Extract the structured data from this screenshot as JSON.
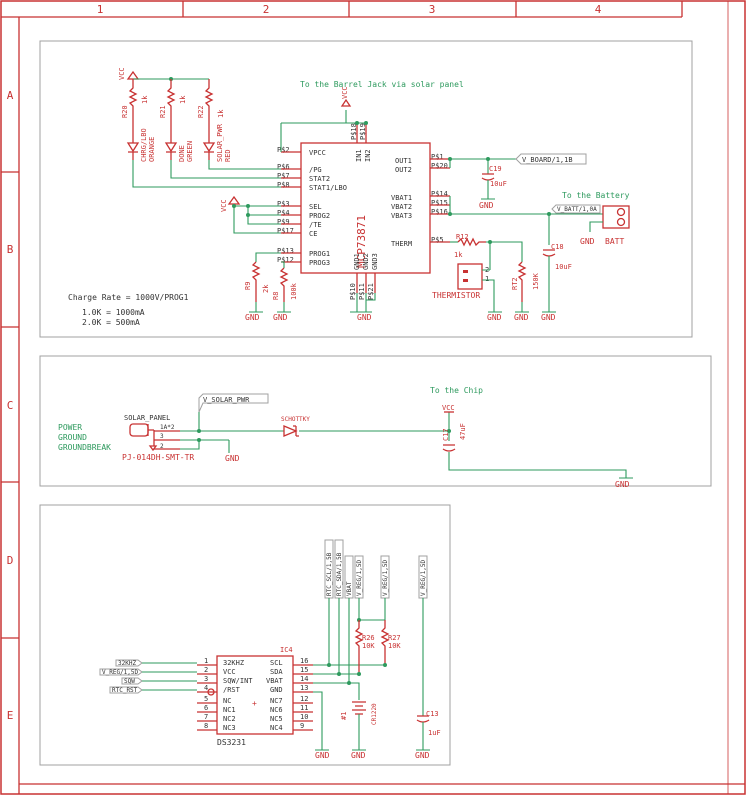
{
  "frame": {
    "columns": [
      "1",
      "2",
      "3",
      "4"
    ],
    "rows": [
      "A",
      "B",
      "C",
      "D",
      "E"
    ]
  },
  "sheet1": {
    "notes": {
      "barrel": "To the Barrel Jack via solar panel",
      "battery": "To the Battery",
      "charge_rate": "Charge Rate = 1000V/PROG1",
      "rate1": "1.0K = 1000mA",
      "rate2": "2.0K = 500mA"
    },
    "chip": {
      "name": "MCP73871",
      "left_pins": [
        "VPCC",
        "/PG",
        "STAT2",
        "STAT1/LBO",
        "SEL",
        "PROG2",
        "/TE",
        "CE",
        "PROG1",
        "PROG3"
      ],
      "left_nums": [
        "P$2",
        "P$6",
        "P$7",
        "P$8",
        "P$3",
        "P$4",
        "P$9",
        "P$17",
        "P$13",
        "P$12"
      ],
      "right_pins": [
        "OUT1",
        "OUT2",
        "VBAT1",
        "VBAT2",
        "VBAT3",
        "THERM"
      ],
      "right_nums": [
        "P$1",
        "P$20",
        "P$14",
        "P$15",
        "P$16",
        "P$5"
      ],
      "top_pins": [
        "IN1",
        "IN2"
      ],
      "top_nums": [
        "P$18",
        "P$19"
      ],
      "bottom_pins": [
        "GND1",
        "GND2",
        "GND3"
      ],
      "bottom_nums": [
        "P$10",
        "P$11",
        "P$21"
      ]
    },
    "leds": [
      {
        "res": "R20",
        "val": "1k",
        "name": "CHRG/LBO",
        "color": "ORANGE"
      },
      {
        "res": "R21",
        "val": "1k",
        "name": "DONE",
        "color": "GREEN"
      },
      {
        "res": "R22",
        "val": "1k",
        "name": "SOLAR_PWR",
        "color": "RED"
      }
    ],
    "vcc": "VCC",
    "gnd": "GND",
    "r9": {
      "name": "R9",
      "val": "2k"
    },
    "r8": {
      "name": "R8",
      "val": "100k"
    },
    "r12": {
      "name": "R12",
      "val": "1k"
    },
    "rt2": {
      "name": "RT2",
      "val": "150K"
    },
    "c19": {
      "name": "C19",
      "val": "10uF"
    },
    "c18": {
      "name": "C18",
      "val": "10uF"
    },
    "thermistor": "THERMISTOR",
    "batt": "BATT",
    "v_board": "V_BOARD/1,1B",
    "v_batt": "V_BATT/1,0A"
  },
  "sheet2": {
    "note": "To the Chip",
    "v_solar": "V_SOLAR_PWR",
    "solar_panel": "SOLAR_PANEL",
    "jack_part": "PJ-014DH-SMT-TR",
    "jack_pins": [
      "1A*2",
      "3",
      "2"
    ],
    "legend": [
      "POWER",
      "GROUND",
      "GROUNDBREAK"
    ],
    "diode": "SCHOTTKY",
    "c17": {
      "name": "C17",
      "val": "47uF"
    },
    "vcc": "VCC",
    "gnd": "GND"
  },
  "sheet3": {
    "ic": {
      "ref": "IC4",
      "name": "DS3231",
      "left_pins": [
        "32KHZ",
        "VCC",
        "SQW/INT",
        "/RST",
        "NC",
        "NC1",
        "NC2",
        "NC3"
      ],
      "left_nums": [
        "1",
        "2",
        "3",
        "4",
        "5",
        "6",
        "7",
        "8"
      ],
      "right_pins": [
        "SCL",
        "SDA",
        "VBAT",
        "GND",
        "NC7",
        "NC6",
        "NC5",
        "NC4"
      ],
      "right_nums": [
        "16",
        "15",
        "14",
        "13",
        "12",
        "11",
        "10",
        "9"
      ]
    },
    "flags_left": [
      "32KHZ",
      "V_REG/1,5D",
      "SQW",
      "RTC_RST"
    ],
    "flags_top": [
      "RTC_SCL/1,5B",
      "RTC_SDA/1,5B",
      "VBAT",
      "V_REG/1,5D",
      "V_REG/1,5D",
      "V_REG/1,5D"
    ],
    "r26": {
      "name": "R26",
      "val": "10K"
    },
    "r27": {
      "name": "R27",
      "val": "10K"
    },
    "bat": {
      "name": "#1",
      "part": "CR1220"
    },
    "c13": {
      "name": "C13",
      "val": "1uF"
    },
    "gnd": "GND"
  }
}
